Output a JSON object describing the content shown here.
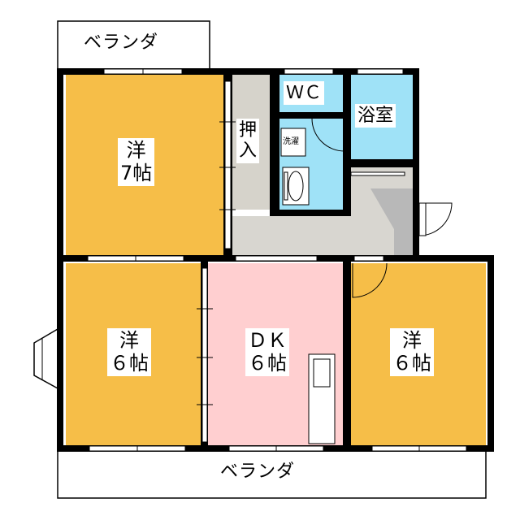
{
  "labels": {
    "balcony_top": "ベランダ",
    "balcony_bottom": "ベランダ",
    "room_w7_line1": "洋",
    "room_w7_line2": "7帖",
    "oshiire_line1": "押",
    "oshiire_line2": "入",
    "wc": "ＷＣ",
    "bath": "浴室",
    "washer": "洗濯",
    "room_w6_left_line1": "洋",
    "room_w6_left_line2": "６帖",
    "dk_line1": "ＤＫ",
    "dk_line2": "６帖",
    "room_w6_right_line1": "洋",
    "room_w6_right_line2": "６帖"
  },
  "colors": {
    "western_room": "#f6be48",
    "dining_kitchen": "#ffcfd0",
    "water_area": "#9fe2f7",
    "storage": "#d6d3cb",
    "hallway": "#d8d6d0",
    "entrance": "#b8b8b8",
    "wall": "#000000"
  }
}
